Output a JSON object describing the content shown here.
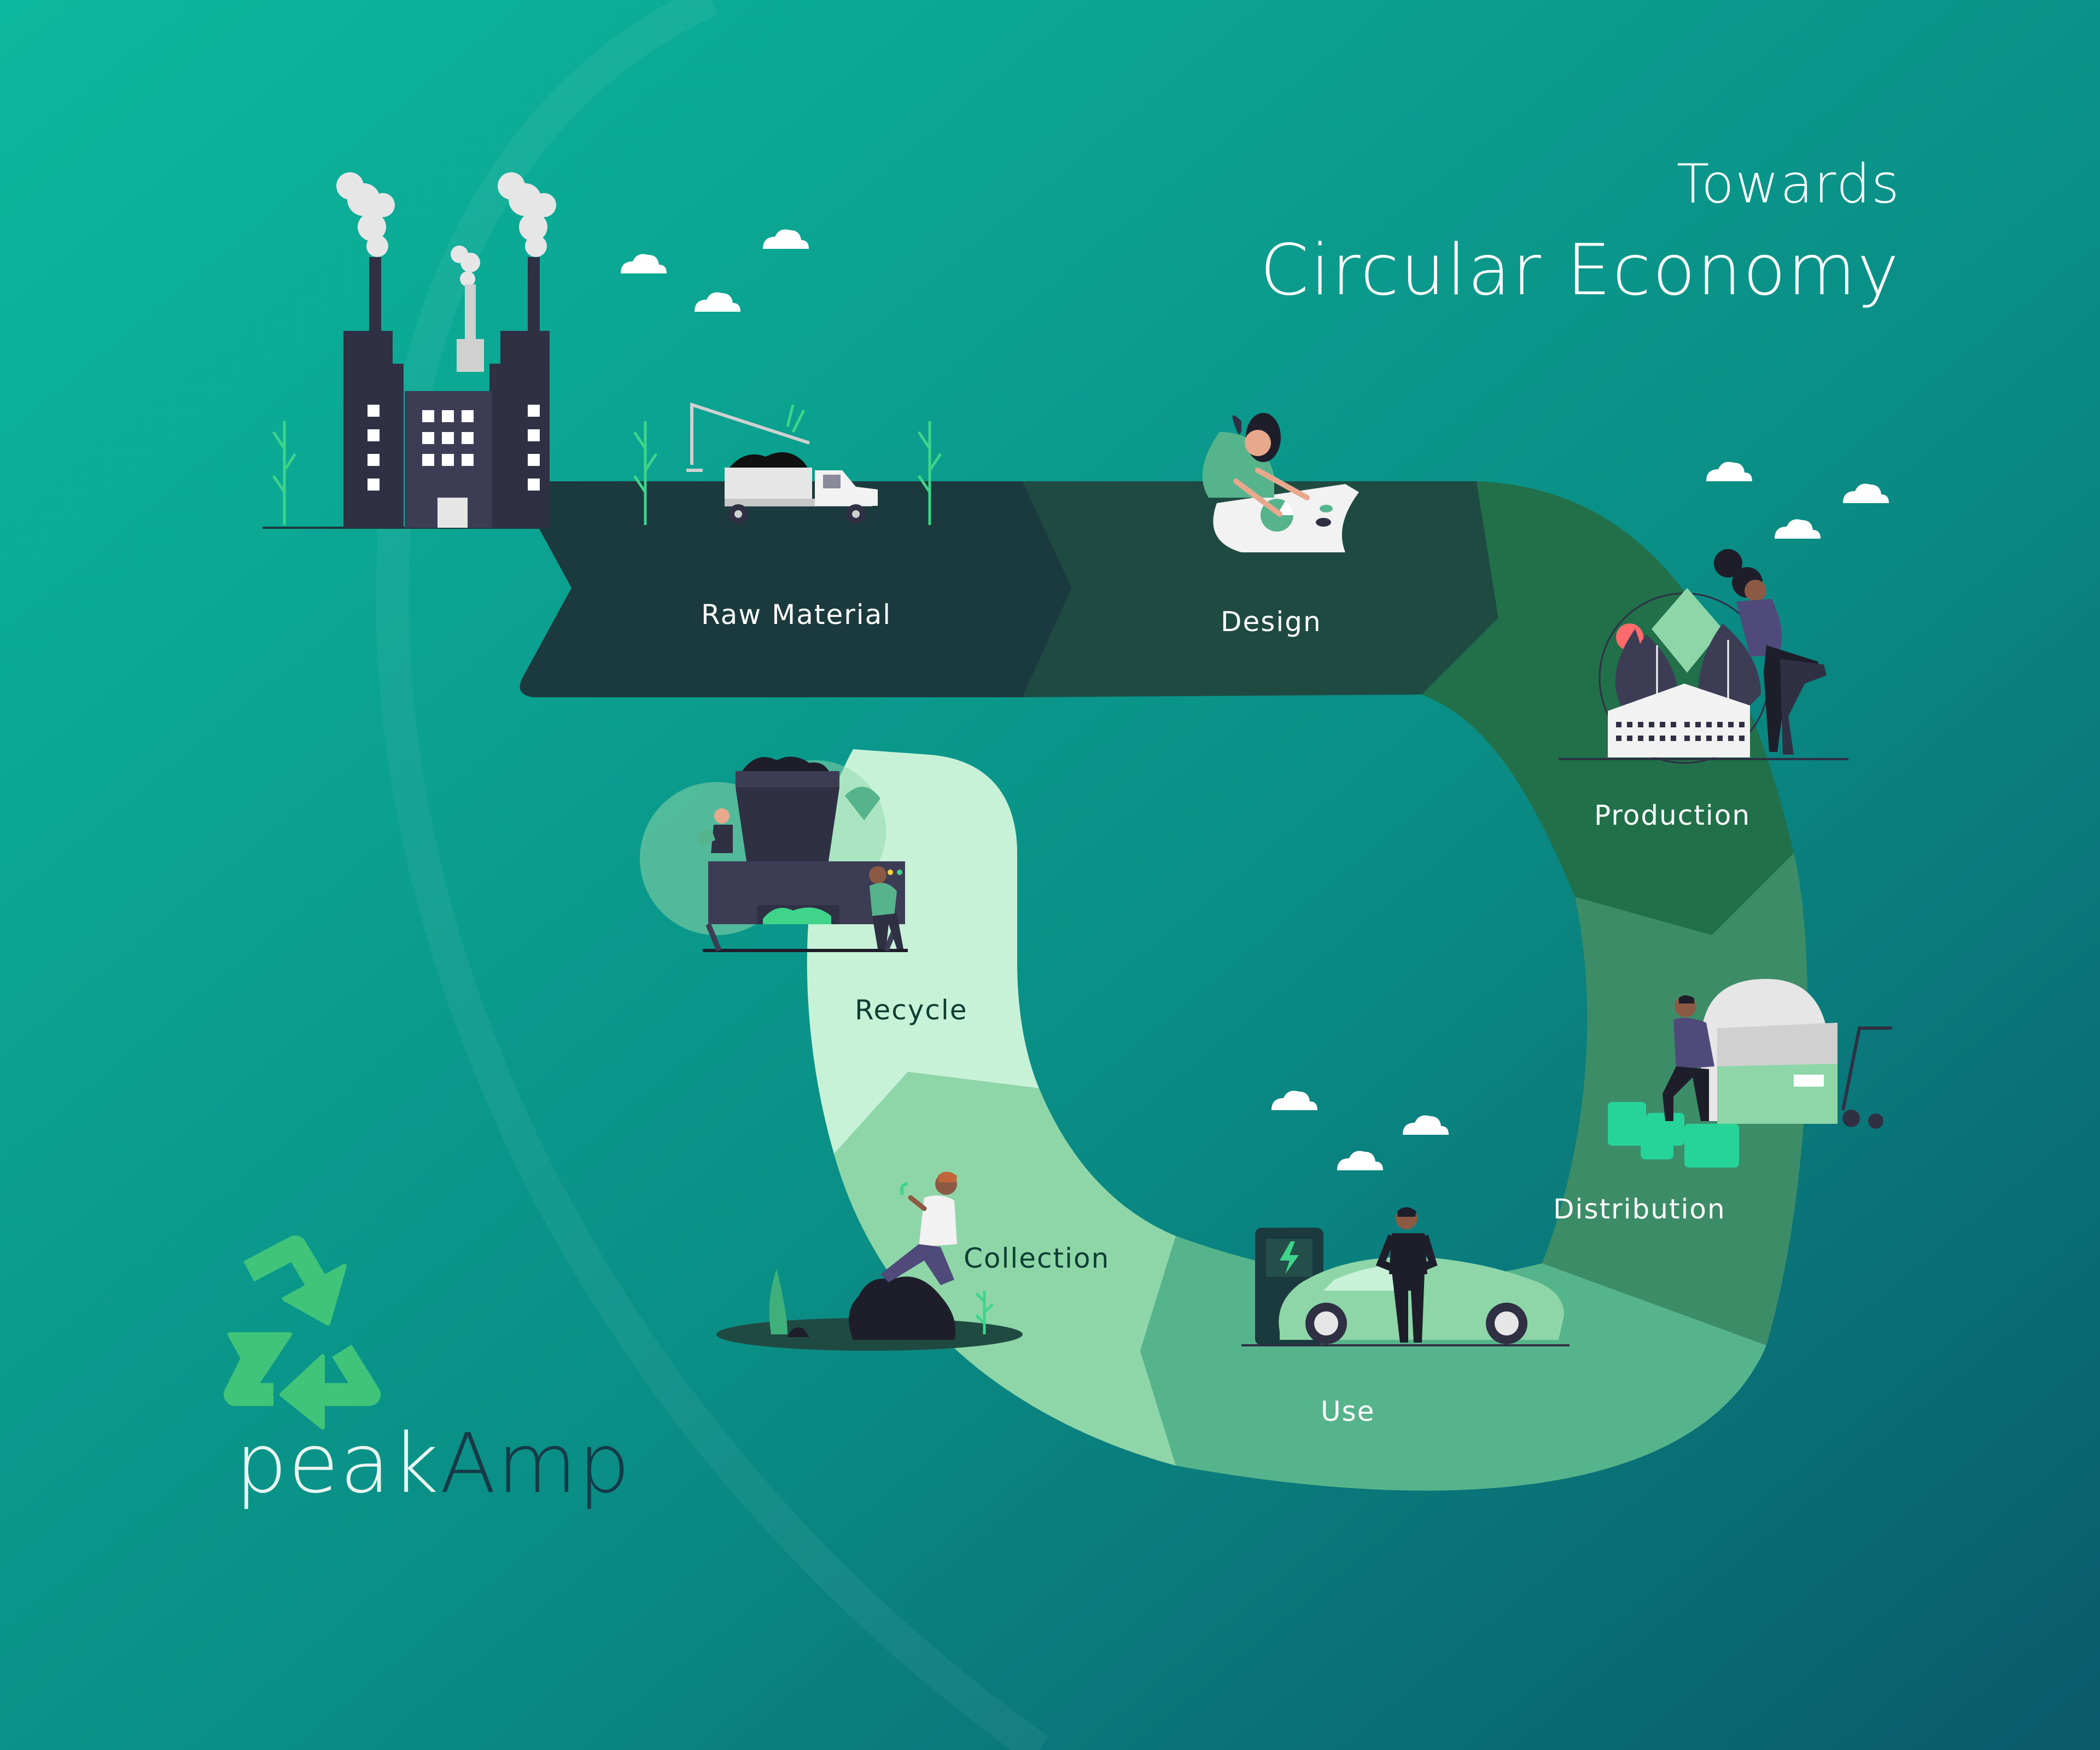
{
  "title": {
    "line1": "Towards",
    "line2": "Circular Economy"
  },
  "stages": [
    {
      "label": "Raw Material"
    },
    {
      "label": "Design"
    },
    {
      "label": "Production"
    },
    {
      "label": "Distribution"
    },
    {
      "label": "Use"
    },
    {
      "label": "Collection"
    },
    {
      "label": "Recycle"
    }
  ],
  "brand": {
    "part1": "peak",
    "part2": "Amp",
    "logo_icon": "recycle-icon"
  },
  "colors": {
    "background_start": "#0cb89d",
    "background_end": "#0a5a6a",
    "raw_material": "#1b3a3e",
    "design": "#1f4a42",
    "production": "#21704a",
    "distribution": "#3d8c68",
    "use": "#56b48c",
    "collection": "#8ed6a8",
    "recycle": "#c8f2d8",
    "logo": "#3fc47a"
  }
}
